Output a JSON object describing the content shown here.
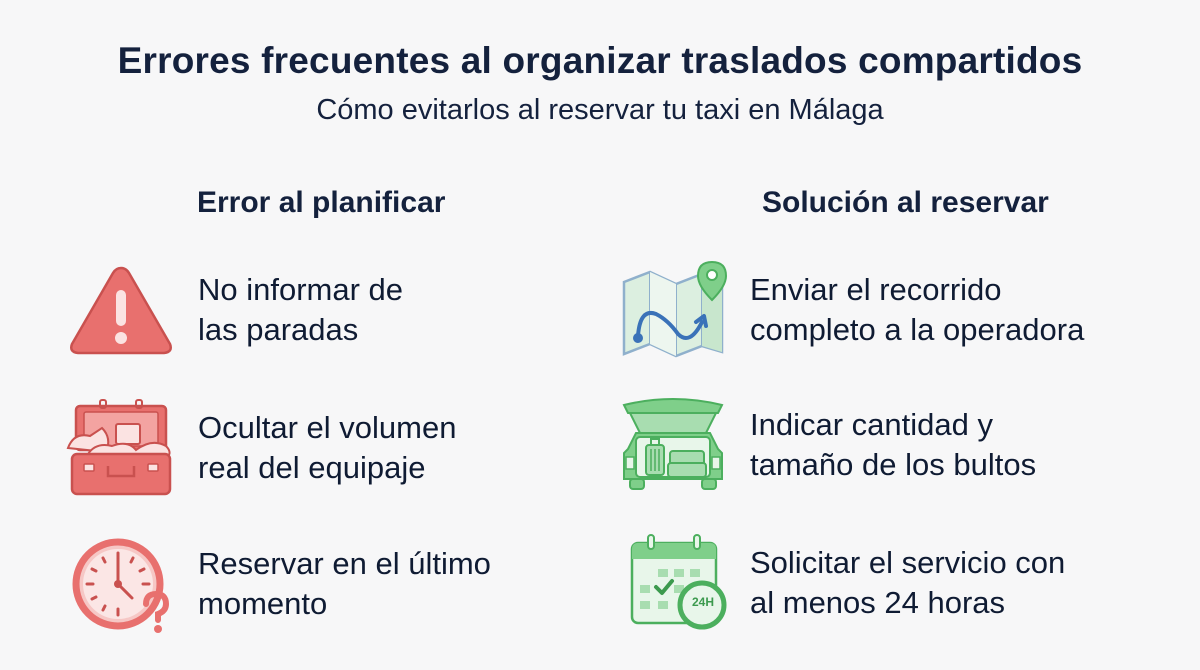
{
  "header": {
    "title": "Errores frecuentes al organizar traslados compartidos",
    "subtitle": "Cómo evitarlos al reservar tu taxi en Málaga"
  },
  "columns": {
    "left_heading": "Error al planificar",
    "right_heading": "Solución al reservar"
  },
  "errors": [
    {
      "icon": "warning-triangle-icon",
      "line1": "No informar de",
      "line2": "las paradas"
    },
    {
      "icon": "overflowing-suitcase-icon",
      "line1": "Ocultar el volumen",
      "line2": "real del equipaje"
    },
    {
      "icon": "clock-question-icon",
      "line1": "Reservar en el último",
      "line2": "momento"
    }
  ],
  "solutions": [
    {
      "icon": "map-route-pin-icon",
      "line1": "Enviar el recorrido",
      "line2": "completo a la operadora"
    },
    {
      "icon": "car-trunk-luggage-icon",
      "line1": "Indicar cantidad y",
      "line2": "tamaño de los bultos"
    },
    {
      "icon": "calendar-24h-icon",
      "line1": "Solicitar el servicio con",
      "line2": "al menos 24 horas",
      "badge": "24H"
    }
  ],
  "colors": {
    "error_fill": "#e8706e",
    "error_stroke": "#c9514f",
    "solution_fill": "#7fcf8a",
    "solution_stroke": "#4caf5e",
    "route_blue": "#3a72b8",
    "text": "#0f1b33"
  }
}
